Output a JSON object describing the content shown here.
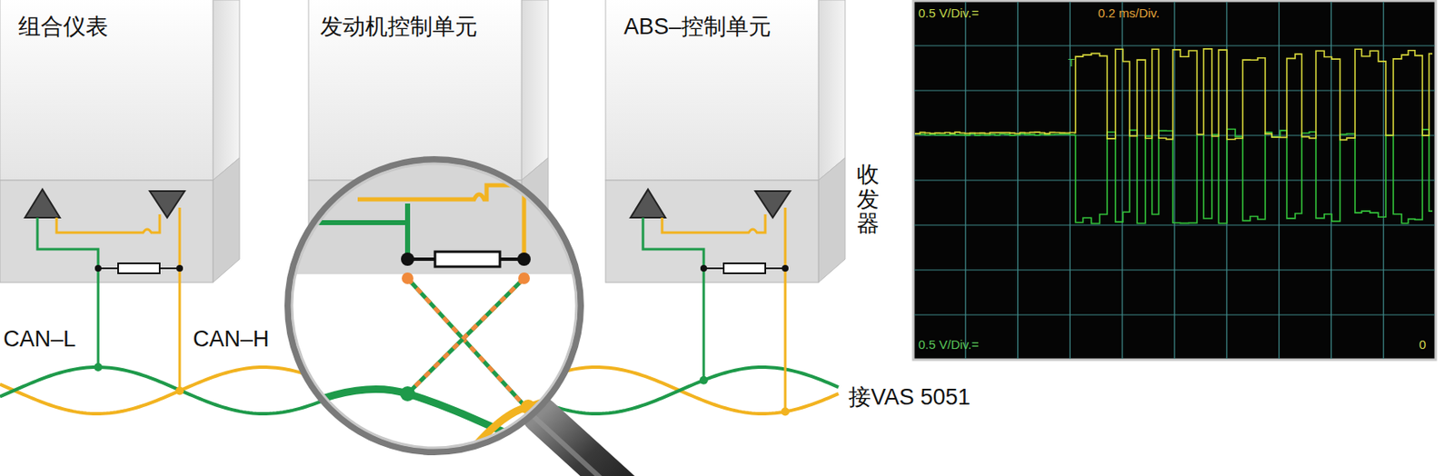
{
  "diagram": {
    "nodes": [
      {
        "text": [
          "组合仪表"
        ]
      },
      {
        "text": [
          "发动机控制单元"
        ]
      },
      {
        "text": [
          "ABS–控制单元"
        ]
      },
      {
        "text": [
          "0.5 V/Div.=",
          "0.2 ms/Div.",
          "T",
          "0.5 V/Div.=",
          "0"
        ]
      }
    ],
    "labels": [
      "收发器",
      "CAN–L",
      "CAN–H",
      "接VAS 5051"
    ]
  }
}
